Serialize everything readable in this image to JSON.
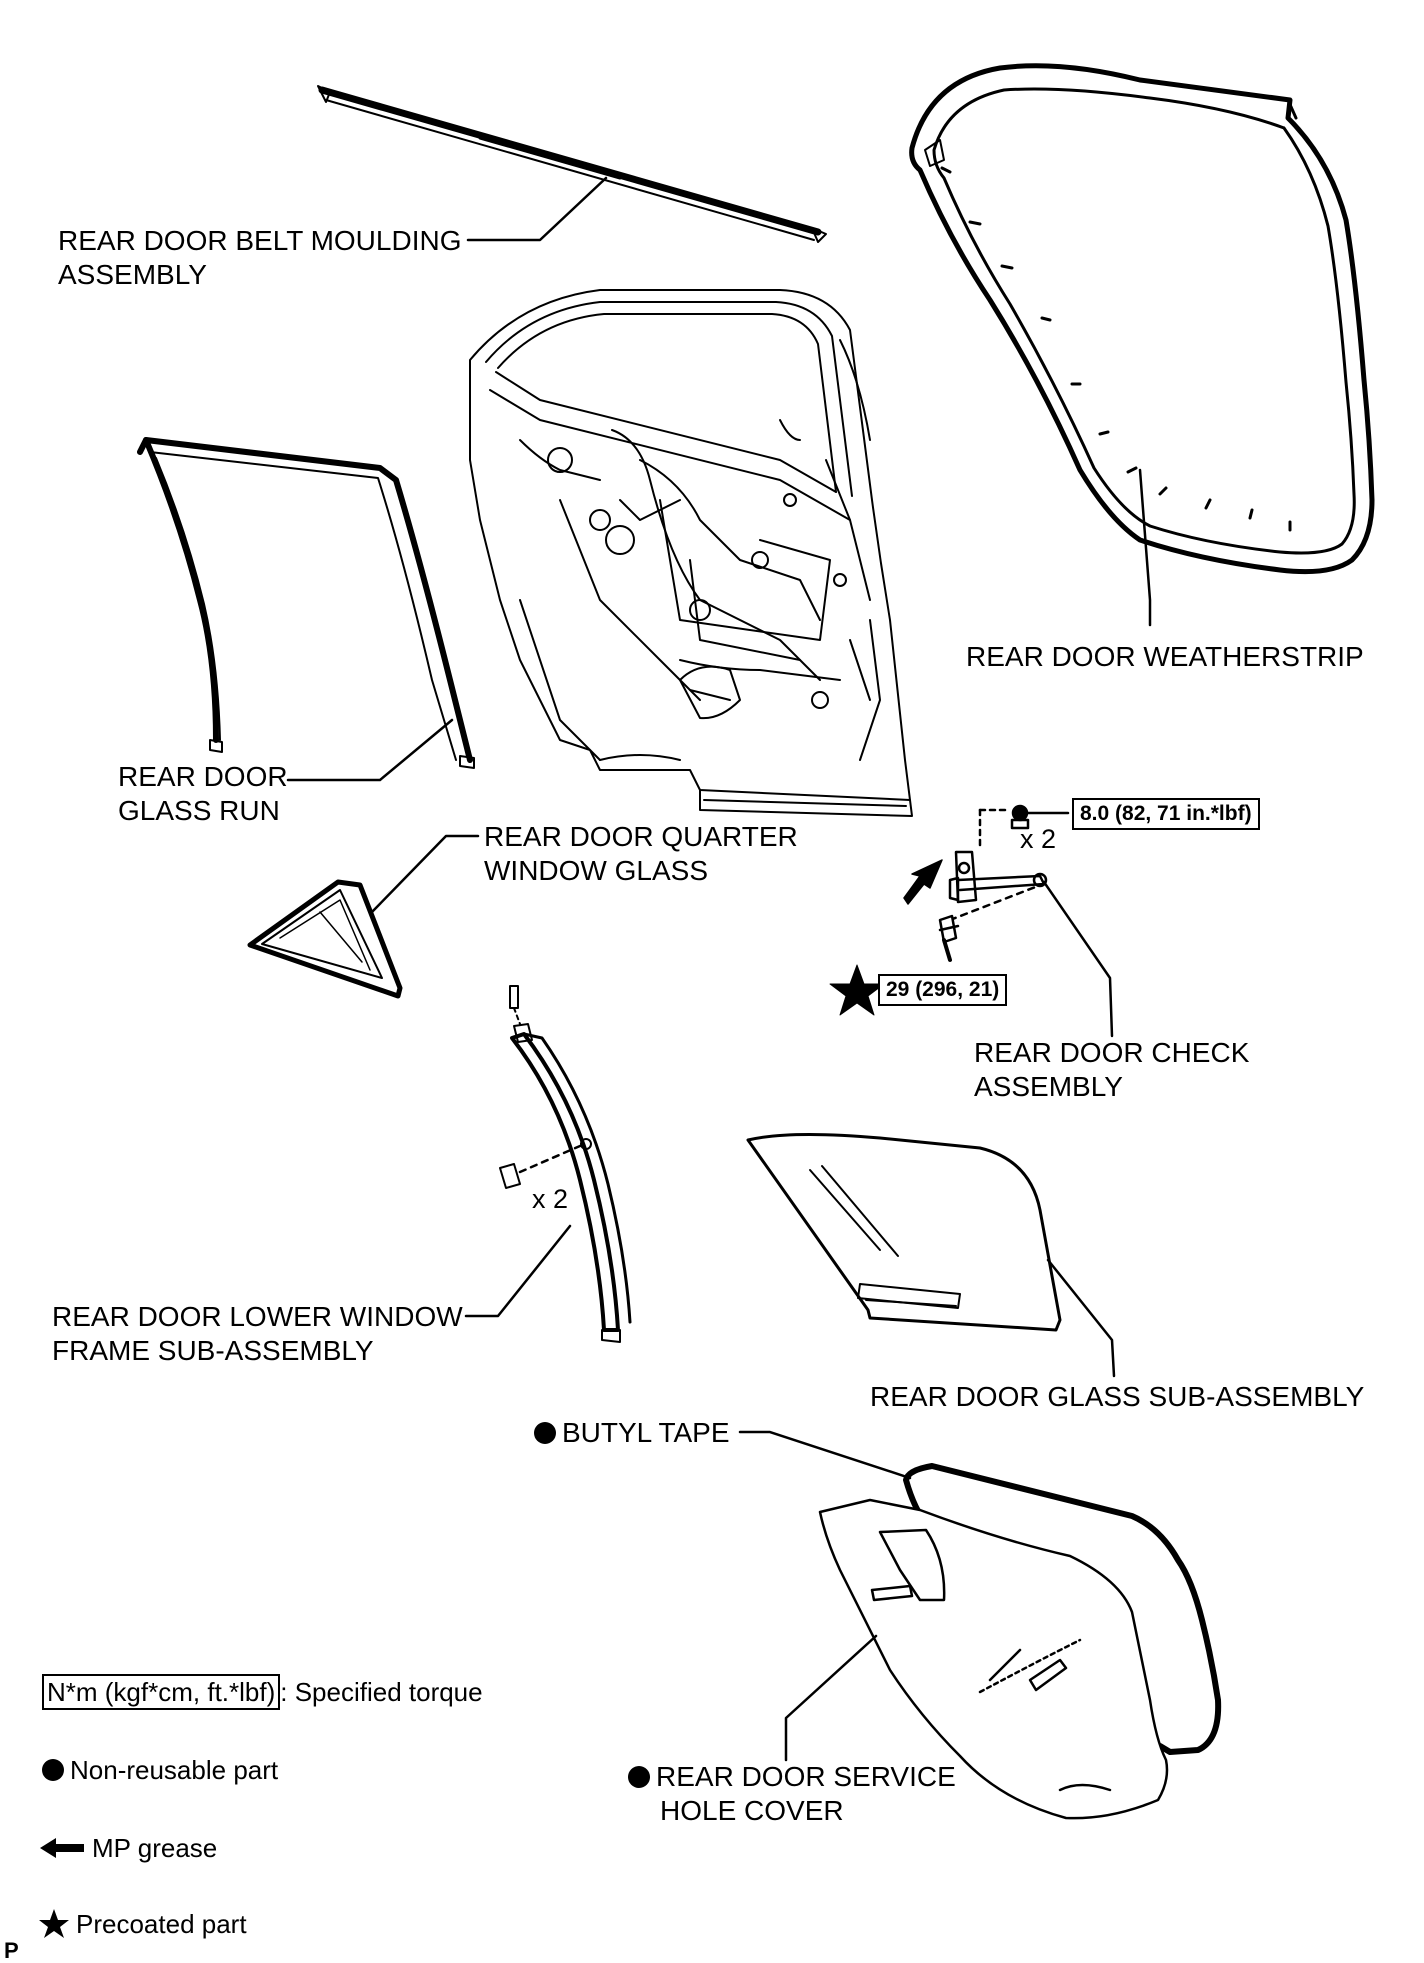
{
  "labels": {
    "belt_moulding": [
      "REAR DOOR BELT MOULDING",
      "ASSEMBLY"
    ],
    "weatherstrip": [
      "REAR DOOR WEATHERSTRIP"
    ],
    "glass_run": [
      "REAR DOOR",
      "GLASS RUN"
    ],
    "quarter_glass": [
      "REAR DOOR QUARTER",
      "WINDOW GLASS"
    ],
    "door_check": [
      "REAR DOOR CHECK",
      "ASSEMBLY"
    ],
    "lower_frame": [
      "REAR DOOR LOWER WINDOW",
      "FRAME SUB-ASSEMBLY"
    ],
    "glass_sub": [
      "REAR DOOR GLASS SUB-ASSEMBLY"
    ],
    "butyl_tape": [
      "BUTYL TAPE"
    ],
    "service_cover": [
      "REAR DOOR SERVICE",
      "HOLE COVER"
    ]
  },
  "torques": {
    "check_nut": "8.0 (82, 71 in.*lbf)",
    "check_bolt": "29 (296, 21)"
  },
  "quantities": {
    "check_nut": "x 2",
    "frame_bolt": "x 2"
  },
  "legend": {
    "torque_box": "N*m (kgf*cm, ft.*lbf)",
    "torque_desc": ": Specified torque",
    "non_reusable": "Non-reusable part",
    "mp_grease": "MP grease",
    "precoated": "Precoated part"
  },
  "corner_mark": "P"
}
